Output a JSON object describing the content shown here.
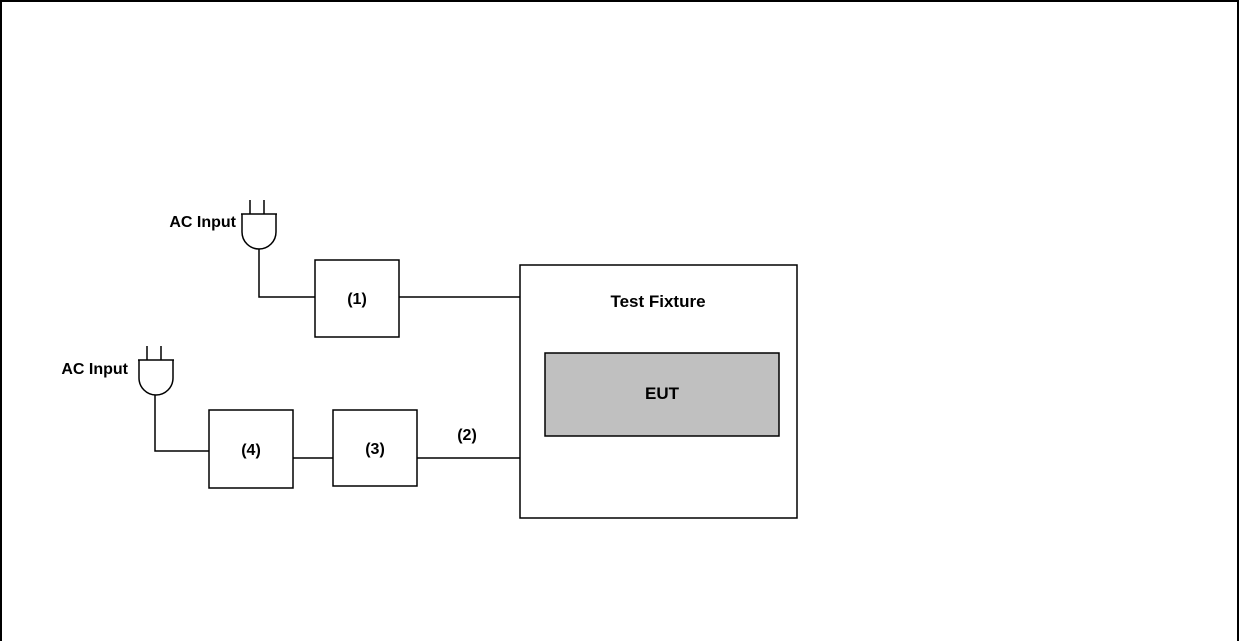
{
  "diagram": {
    "plugs": [
      {
        "label": "AC Input"
      },
      {
        "label": "AC Input"
      }
    ],
    "boxes": {
      "box1": "(1)",
      "box3": "(3)",
      "box4": "(4)"
    },
    "cable_label": "(2)",
    "fixture": {
      "title": "Test Fixture",
      "eut": "EUT"
    }
  },
  "colors": {
    "stroke": "#000000",
    "eut_fill": "#c0c0c0",
    "background": "#ffffff"
  }
}
